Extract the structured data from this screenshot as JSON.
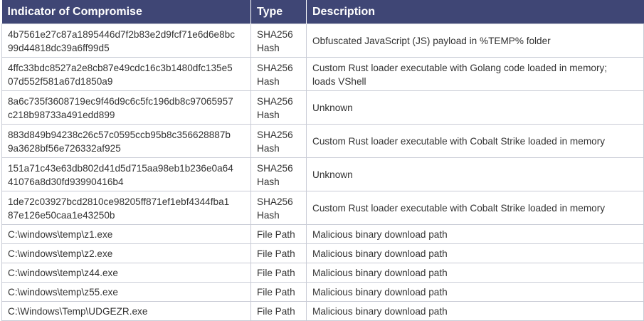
{
  "headers": {
    "indicator": "Indicator of Compromise",
    "type": "Type",
    "description": "Description"
  },
  "rows": [
    {
      "ioc_line1": "4b7561e27c87a1895446d7f2b83e2d9fcf71e6d6e8bc",
      "ioc_line2": "99d44818dc39a6ff99d5",
      "type_line1": "SHA256",
      "type_line2": "Hash",
      "desc_line1": "Obfuscated JavaScript (JS) payload in %TEMP% folder",
      "desc_line2": ""
    },
    {
      "ioc_line1": "4ffc33bdc8527a2e8cb87e49cdc16c3b1480dfc135e5",
      "ioc_line2": "07d552f581a67d1850a9",
      "type_line1": "SHA256",
      "type_line2": "Hash",
      "desc_line1": "Custom Rust loader executable with Golang code loaded in memory;",
      "desc_line2": "loads VShell"
    },
    {
      "ioc_line1": "8a6c735f3608719ec9f46d9c6c5fc196db8c97065957",
      "ioc_line2": "c218b98733a491edd899",
      "type_line1": "SHA256",
      "type_line2": "Hash",
      "desc_line1": "Unknown",
      "desc_line2": ""
    },
    {
      "ioc_line1": "883d849b94238c26c57c0595ccb95b8c356628887b",
      "ioc_line2": "9a3628bf56e726332af925",
      "type_line1": "SHA256",
      "type_line2": "Hash",
      "desc_line1": "Custom Rust loader executable with Cobalt Strike loaded in memory",
      "desc_line2": ""
    },
    {
      "ioc_line1": "151a71c43e63db802d41d5d715aa98eb1b236e0a64",
      "ioc_line2": "41076a8d30fd93990416b4",
      "type_line1": "SHA256",
      "type_line2": "Hash",
      "desc_line1": "Unknown",
      "desc_line2": ""
    },
    {
      "ioc_line1": "1de72c03927bcd2810ce98205ff871ef1ebf4344fba1",
      "ioc_line2": "87e126e50caa1e43250b",
      "type_line1": "SHA256",
      "type_line2": "Hash",
      "desc_line1": "Custom Rust loader executable with Cobalt Strike loaded in memory",
      "desc_line2": ""
    }
  ],
  "path_rows": [
    {
      "ioc": "C:\\windows\\temp\\z1.exe",
      "type": "File Path",
      "description": "Malicious binary download path"
    },
    {
      "ioc": "C:\\windows\\temp\\z2.exe",
      "type": "File Path",
      "description": "Malicious binary download path"
    },
    {
      "ioc": "C:\\windows\\temp\\z44.exe",
      "type": "File Path",
      "description": "Malicious binary download path"
    },
    {
      "ioc": "C:\\windows\\temp\\z55.exe",
      "type": "File Path",
      "description": "Malicious binary download path"
    },
    {
      "ioc": "C:\\Windows\\Temp\\UDGEZR.exe",
      "type": "File Path",
      "description": "Malicious binary download path"
    }
  ]
}
